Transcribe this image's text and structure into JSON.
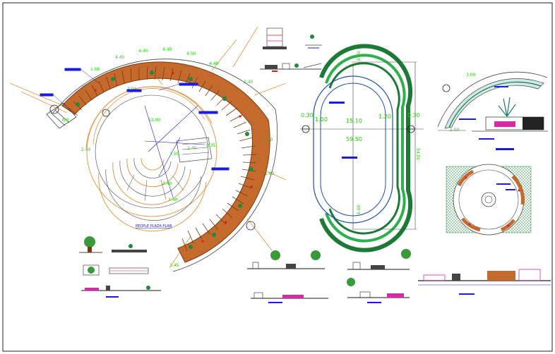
{
  "drawing": {
    "plaza_title": "PEOPLE PLAZA PLAN",
    "colors": {
      "deck_fill": "#c46a2c",
      "deck_slat": "#7a3a12",
      "track_green": "#1c7a36",
      "track_light": "#2db04e",
      "lane_blue": "#1d4fb0",
      "dim_green": "#19d600",
      "label_blue": "#1a1ae0",
      "planter_dot": "#1f8a3a",
      "red_mark": "#e01b1b",
      "magenta": "#d62aa8",
      "orange_line": "#e39a4a",
      "frame": "#222222"
    },
    "plaza_dims": [
      "1.66",
      "4.40",
      "4.40",
      "4.40",
      "4.50",
      "4.40",
      "3.40",
      "3.70",
      "1.80",
      "12.00",
      "2.01",
      "2.40",
      "1.50",
      "2.40",
      "0.35",
      "2.40",
      "2.40",
      "8.0",
      "1.45"
    ],
    "track_dims": {
      "left_offset": "0.30",
      "left_gap": "1.00",
      "center_width": "15.10",
      "right_gap": "1.20",
      "right_offset": "0.30",
      "inner_length": "59.50",
      "top_height": "8.00",
      "bottom_height": "6.00",
      "overall_height": "54.50"
    },
    "arc_detail_dims": [
      "3.00",
      "2.00"
    ]
  }
}
